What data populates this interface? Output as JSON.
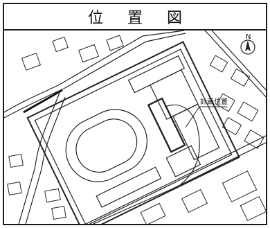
{
  "map": {
    "title": "位 置 図",
    "plan_label": "計画位置",
    "north_label": "N"
  }
}
